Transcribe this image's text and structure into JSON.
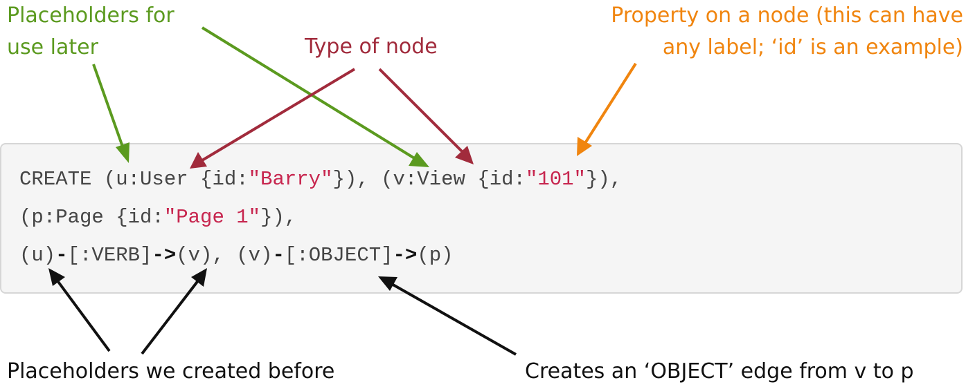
{
  "annotations": {
    "placeholders_later": [
      "Placeholders for",
      "use later"
    ],
    "type_of_node": "Type of node",
    "property_on_node": [
      "Property on a node (this can have",
      "any label; ‘id’ is an example)"
    ],
    "placeholders_before": "Placeholders we created before",
    "object_edge": "Creates an ‘OBJECT’ edge from v to p"
  },
  "code": {
    "line1": {
      "p1": "CREATE (u:User {id:",
      "s1": "\"Barry\"",
      "p2": "}), (v:View {id:",
      "s2": "\"101\"",
      "p3": "}),"
    },
    "line2": {
      "p1": "(p:Page {id:",
      "s1": "\"Page 1\"",
      "p2": "}),"
    },
    "line3": {
      "t1": "(u)",
      "o1": "-",
      "t2": "[:VERB]",
      "o2": "->",
      "t3": "(v), (v)",
      "o3": "-",
      "t4": "[:OBJECT]",
      "o4": "->",
      "t5": "(p)"
    }
  },
  "colors": {
    "green": "#5b9a1f",
    "red": "#a12b3c",
    "orange": "#f0850f",
    "string": "#c7254e",
    "code_bg": "#f5f5f5"
  }
}
